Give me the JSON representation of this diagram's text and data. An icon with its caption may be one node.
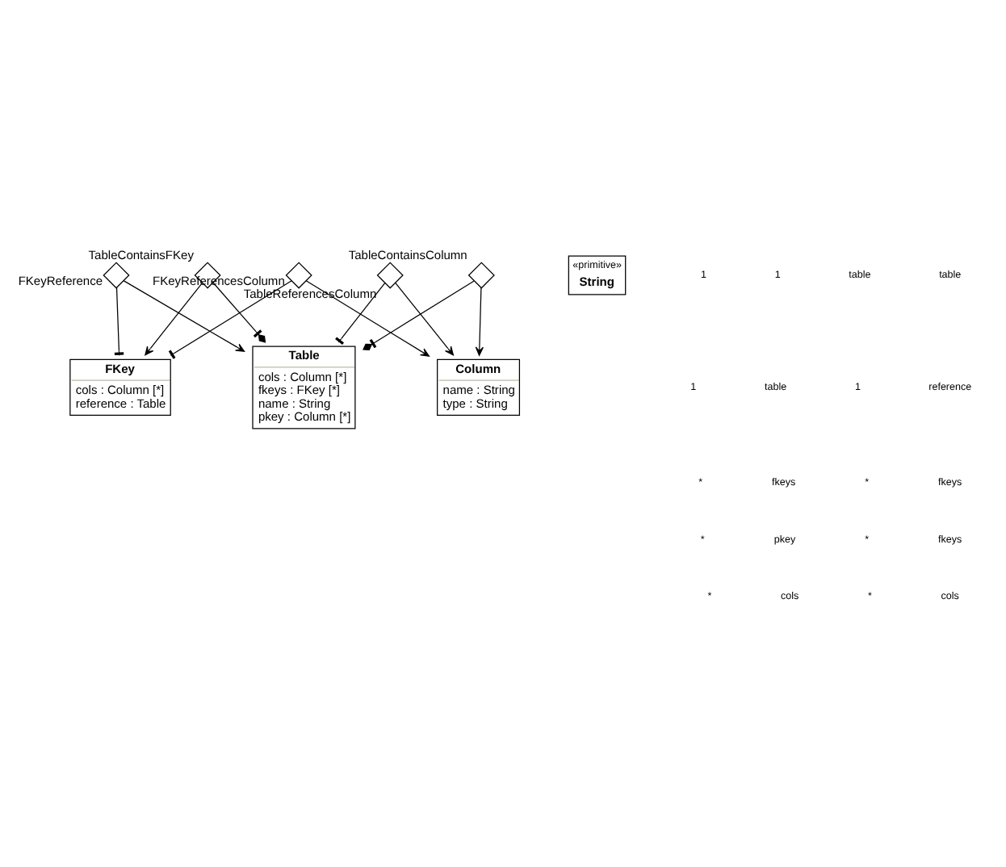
{
  "diagram": {
    "nodes": [
      {
        "text": [
          "Table",
          "cols : Column [*]",
          "fkeys : FKey [*]",
          "name : String",
          "pkey : Column [*]"
        ]
      },
      {
        "text": [
          "FKey",
          "cols : Column [*]",
          "reference : Table"
        ]
      },
      {
        "text": [
          "Column",
          "name : String",
          "type : String"
        ]
      },
      {
        "text": [
          "«primitive»",
          "String"
        ]
      },
      {
        "text": [],
        "shape": "diamond",
        "beside": [
          "TableContainsFKey"
        ]
      },
      {
        "text": [],
        "shape": "diamond",
        "beside": [
          "FKeyReference"
        ]
      },
      {
        "text": [],
        "shape": "diamond",
        "beside": [
          "TableContainsColumn"
        ]
      },
      {
        "text": [],
        "shape": "diamond",
        "beside": [
          "TableReferencesColumn"
        ]
      },
      {
        "text": [],
        "shape": "diamond",
        "beside": [
          "FKeyReferencesColumn"
        ]
      }
    ],
    "edges": [
      {
        "from": 4,
        "to": 0,
        "arrow": "other"
      },
      {
        "from": 4,
        "to": 1,
        "arrow": "to"
      },
      {
        "from": 5,
        "to": 0,
        "arrow": "to"
      },
      {
        "from": 5,
        "to": 1,
        "arrow": "other"
      },
      {
        "from": 6,
        "to": 0,
        "arrow": "other"
      },
      {
        "from": 6,
        "to": 2,
        "arrow": "to"
      },
      {
        "from": 7,
        "to": 0,
        "arrow": "other"
      },
      {
        "from": 7,
        "to": 2,
        "arrow": "to"
      },
      {
        "from": 8,
        "to": 1,
        "arrow": "other"
      },
      {
        "from": 8,
        "to": 2,
        "arrow": "to"
      }
    ],
    "labels": [
      "table",
      "table",
      "1",
      "1",
      "reference",
      "1",
      "table",
      "1",
      "fkeys",
      "*",
      "fkeys",
      "*",
      "fkeys",
      "*",
      "pkey",
      "*",
      "cols",
      "*",
      "cols",
      "*"
    ]
  }
}
